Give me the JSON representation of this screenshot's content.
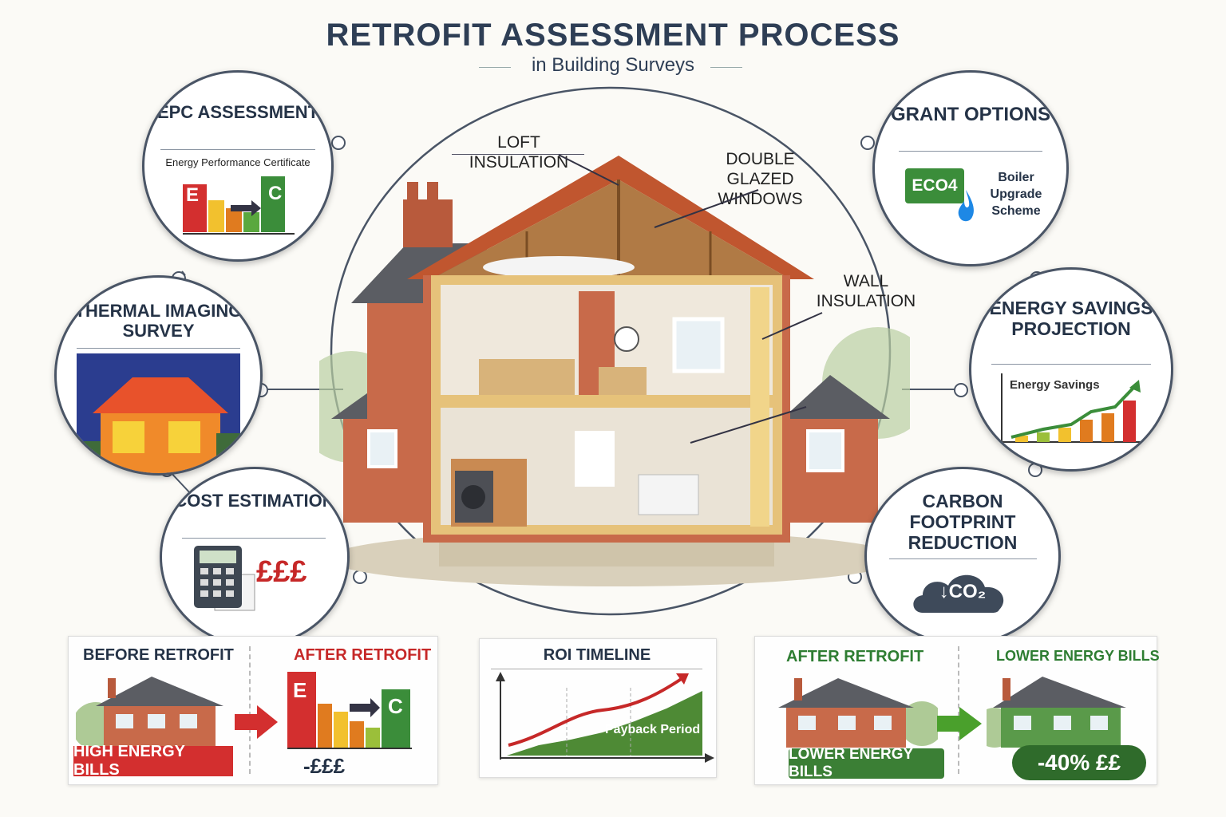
{
  "header": {
    "title": "RETROFIT ASSESSMENT PROCESS",
    "subtitle": "in Building Surveys"
  },
  "house_labels": {
    "loft": "LOFT INSULATION",
    "windows": "DOUBLE GLAZED WINDOWS",
    "wall": "WALL INSULATION"
  },
  "steps": {
    "epc": {
      "title": "EPC ASSESSMENT",
      "subtitle": "Energy Performance Certificate",
      "from_rating": "E",
      "to_rating": "C"
    },
    "thermal": {
      "title": "THERMAL IMAGING SURVEY"
    },
    "cost": {
      "title": "COST ESTIMATION",
      "symbol": "£££"
    },
    "grant": {
      "title": "GRANT OPTIONS",
      "badge": "ECO4",
      "scheme": "Boiler Upgrade Scheme"
    },
    "savings": {
      "title": "ENERGY SAVINGS PROJECTION",
      "chart_label": "Energy Savings"
    },
    "carbon": {
      "title": "CARBON FOOTPRINT REDUCTION",
      "co2_text": "↓CO₂"
    }
  },
  "bottom": {
    "before": {
      "title": "BEFORE RETROFIT",
      "banner": "HIGH ENERGY BILLS"
    },
    "after": {
      "title": "AFTER RETROFIT",
      "from_rating": "E",
      "to_rating": "C",
      "saving": "-£££"
    },
    "roi": {
      "title": "ROI TIMELINE",
      "area_label": "Payback Period"
    },
    "after2": {
      "title": "AFTER RETROFIT",
      "banner": "LOWER ENERGY BILLS"
    },
    "lower": {
      "title": "LOWER ENERGY BILLS",
      "saving": "-40% ££"
    }
  },
  "colors": {
    "navy": "#253347",
    "red": "#d32f2f",
    "green": "#3b8d3a",
    "orange": "#e07b1f",
    "yellow": "#f2c12e"
  }
}
